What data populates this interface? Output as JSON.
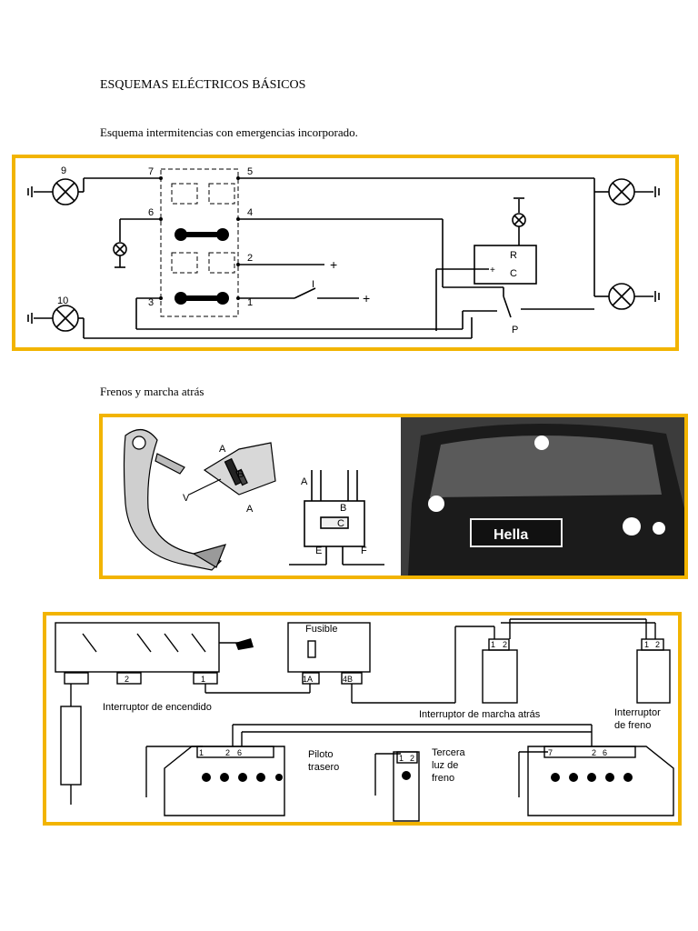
{
  "doc": {
    "title": "ESQUEMAS ELÉCTRICOS BÁSICOS",
    "section1": "Esquema intermitencias con emergencias incorporado.",
    "section2": "Frenos y marcha atrás"
  },
  "diagram1": {
    "lamp_labels": [
      "9",
      "10"
    ],
    "terminals": [
      "7",
      "5",
      "6",
      "4",
      "2",
      "3",
      "1"
    ],
    "relay_labels": [
      "R",
      "C",
      "P"
    ],
    "plus_signs": [
      "+",
      "+",
      "+"
    ],
    "switch_label": "I"
  },
  "diagram2": {
    "labels": [
      "A",
      "B",
      "A",
      "V",
      "A",
      "B",
      "C",
      "E",
      "F"
    ],
    "plate": "Hella"
  },
  "diagram3": {
    "fuse": "Fusible",
    "fuse_terms": [
      "1A",
      "4B"
    ],
    "ignition_terms": [
      "2",
      "1"
    ],
    "ignition": "Interruptor de encendido",
    "reverse_switch": "Interruptor de marcha atrás",
    "brake_switch_1": "Interruptor",
    "brake_switch_2": "de freno",
    "rear_lamp_1": "Piloto",
    "rear_lamp_2": "trasero",
    "third_1": "Tercera",
    "third_2": "luz de",
    "third_3": "freno",
    "left_terms": [
      "1",
      "2",
      "6"
    ],
    "third_terms": [
      "1",
      "2"
    ],
    "right_terms": [
      "7",
      "2",
      "6"
    ],
    "rev_terms": [
      "1",
      "2"
    ],
    "brake_terms": [
      "1",
      "2"
    ]
  }
}
